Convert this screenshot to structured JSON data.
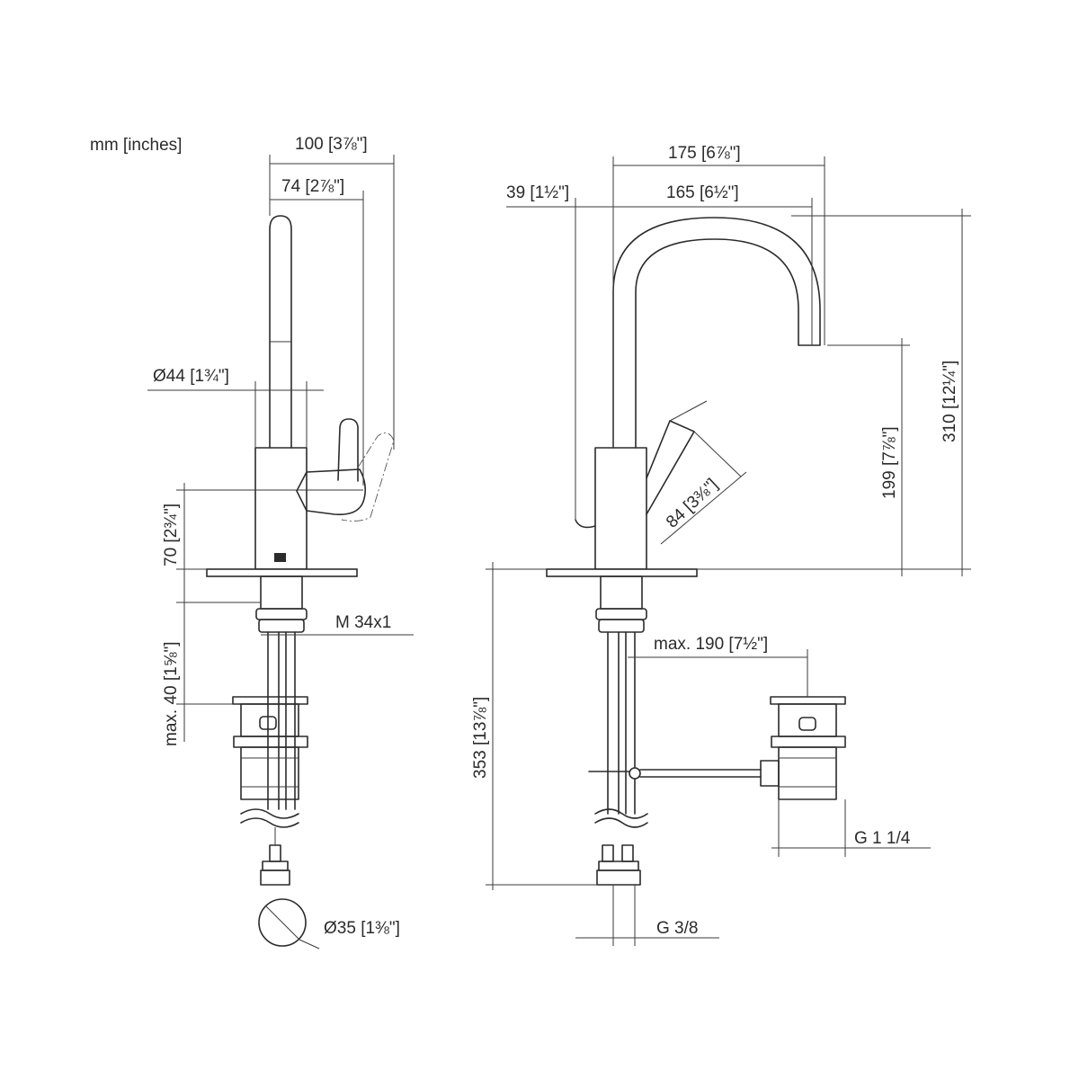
{
  "units_label": "mm [inches]",
  "left_view": {
    "dim_width_total": "100 [3⅞\"]",
    "dim_width_handle": "74 [2⅞\"]",
    "dim_diameter_body": "Ø44 [1¾\"]",
    "dim_height_body": "70 [2¾\"]",
    "dim_thread": "M 34x1",
    "dim_max_thickness": "max. 40 [1⅝\"]",
    "dim_diameter_hole": "Ø35 [1⅜\"]"
  },
  "right_view": {
    "dim_spout_total": "175 [6⅞\"]",
    "dim_spout_reach": "165 [6½\"]",
    "dim_handle_offset": "39 [1½\"]",
    "dim_total_height": "310 [12¼\"]",
    "dim_spout_height": "199 [7⅞\"]",
    "dim_handle_length": "84 [3⅜\"]",
    "dim_below_deck": "353 [13⅞\"]",
    "dim_waste_reach": "max. 190 [7½\"]",
    "dim_waste_thread": "G 1 1/4",
    "dim_supply_thread": "G 3/8"
  }
}
